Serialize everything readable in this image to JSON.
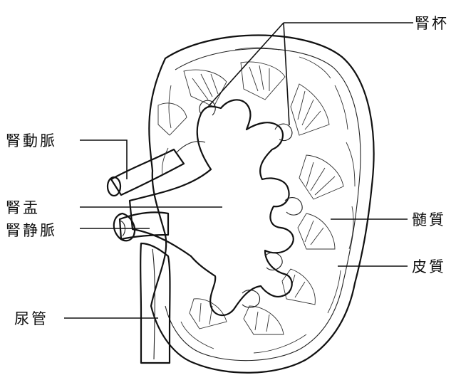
{
  "labels": {
    "calyx": "腎杯",
    "renal_artery": "腎動脈",
    "renal_pelvis": "腎盂",
    "renal_vein": "腎静脈",
    "ureter": "尿管",
    "medulla": "髄質",
    "cortex": "皮質"
  }
}
